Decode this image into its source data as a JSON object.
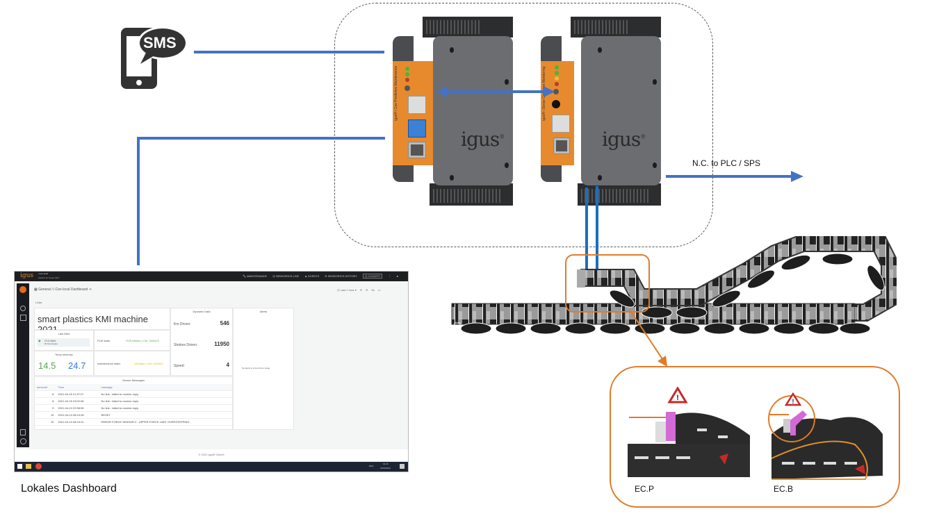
{
  "diagram": {
    "sms_icon_label": "SMS",
    "link_label": "N.C. to PLC / SPS",
    "dashboard_caption": "Lokales Dashboard",
    "devices": [
      {
        "brand": "igus",
        "trademark": "®",
        "side_label": "igus® i.Cee Predictive Maintenance"
      },
      {
        "brand": "igus",
        "trademark": "®",
        "side_label": "igus® i.Sense Condition Monitoring"
      }
    ],
    "detail_labels": [
      "EC.P",
      "EC.B"
    ],
    "colors": {
      "connector": "#4472c4",
      "callout": "#e07b28",
      "device_panel": "#e78a2e",
      "cable_blue": "#1a6fc2"
    }
  },
  "dashboard": {
    "brand": "igus",
    "brand_title": "i.Cee.local",
    "brand_subtitle": "plastics for longer life®",
    "nav": [
      {
        "icon": "wrench-icon",
        "label": "MAINTENANCE"
      },
      {
        "icon": "sensor-icon",
        "label": "SENSORICS LIVE"
      },
      {
        "icon": "warning-icon",
        "label": "EVENTS"
      },
      {
        "icon": "history-icon",
        "label": "SENSORICS HISTORY"
      },
      {
        "icon": "cockpit-icon",
        "label": "COCKPIT"
      }
    ],
    "breadcrumb": {
      "root": "General",
      "sep": "/",
      "page": "i.Cee local Dashboard"
    },
    "time_range": "Last 1 hour",
    "refresh": "5s",
    "row_label": "i.Cee",
    "title": "smart plastics KMI machine 2021",
    "last_alert": {
      "title": "Last Alert",
      "name": "Cf.0 Alert",
      "time": "6h 5d minutes"
    },
    "plm": {
      "label": "PLM state:",
      "value": "+125 Weeks | CW: 33/2023"
    },
    "temp": {
      "title": "Temp min/max",
      "min": "14.5",
      "max": "24.7"
    },
    "maintenance": {
      "label": "maintenance state:",
      "value": "-28 Days | CW: 14/2021"
    },
    "dynamic": {
      "title": "Dynamic Data",
      "rows": [
        {
          "label": "Km Driven:",
          "value": "546"
        },
        {
          "label": "Strokes Driven:",
          "value": "11950"
        },
        {
          "label": "Speed:",
          "value": "4"
        }
      ]
    },
    "alerts": {
      "title": "Alerts",
      "empty": "No alerts in current time range"
    },
    "sensor_messages": {
      "title": "Sensor Messages",
      "columns": [
        "sensorid",
        "Time",
        "message"
      ],
      "rows": [
        [
          "8",
          "2021-04-15 21:37:27",
          "No link - failed to receive reply"
        ],
        [
          "8",
          "2021-04-15 23:02:06",
          "No link - failed to receive reply"
        ],
        [
          "9",
          "2021-04-13 22:58:55",
          "No link - failed to receive reply"
        ],
        [
          "10",
          "2021-04-13 08:19:28",
          "RESET"
        ],
        [
          "10",
          "2021-04-13 08:19:21",
          "ERROR FORCE SENSOR 2 : UPPER FORCE LIMIT OVERSTEPPING"
        ]
      ]
    },
    "footer": "© 2021 igus® GmbH",
    "taskbar": {
      "lang": "ENG",
      "time": "01:15",
      "date": "16/04/2021"
    }
  }
}
